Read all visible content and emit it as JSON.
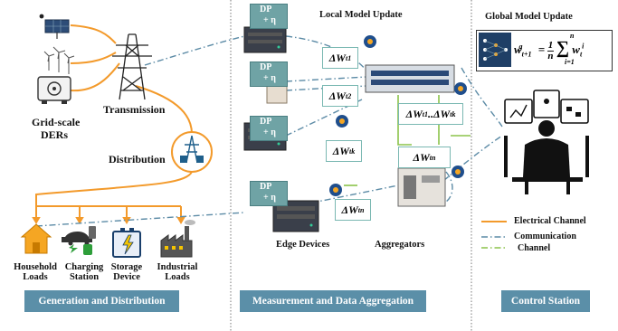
{
  "sections": {
    "generation": "Generation and Distribution",
    "measurement": "Measurement and Data Aggregation",
    "control": "Control Station"
  },
  "labels": {
    "grid_scale": "Grid-scale",
    "ders": "DERs",
    "transmission": "Transmission",
    "distribution": "Distribution",
    "local_update": "Local Model Update",
    "global_update": "Global Model Update",
    "edge_devices": "Edge Devices",
    "aggregators": "Aggregators"
  },
  "loads": [
    {
      "line1": "Household",
      "line2": "Loads"
    },
    {
      "line1": "Charging",
      "line2": "Station"
    },
    {
      "line1": "Storage",
      "line2": "Device"
    },
    {
      "line1": "Industrial",
      "line2": "Loads"
    }
  ],
  "dp_label": {
    "dp": "DP",
    "plus": "+ η"
  },
  "weights": {
    "delta": "ΔW",
    "w1_sub": "t",
    "w1_sup": "1",
    "w2_sub": "t",
    "w2_sup": "2",
    "wk_sub": "t",
    "wk_sup": "k",
    "wn_sub": "t",
    "wn_sup": "n",
    "range_mid": "..",
    "formula": "w",
    "formula_sub": "t+1",
    "formula_sup": "g",
    "formula_eq": "=",
    "formula_frac_num": "1",
    "formula_frac_den": "n",
    "formula_sum_top": "n",
    "formula_sum_bot": "i=1",
    "formula_w": "w",
    "formula_w_sub": "t",
    "formula_w_sup": "i"
  },
  "legend": {
    "electrical": "Electrical Channel",
    "communication_1": "Communication",
    "communication_2": "Channel"
  },
  "colors": {
    "electrical": "#f39a2b",
    "communication": "#5c8ba6",
    "channel_green": "#8bc34a",
    "section_bar": "#5b8fa8"
  }
}
